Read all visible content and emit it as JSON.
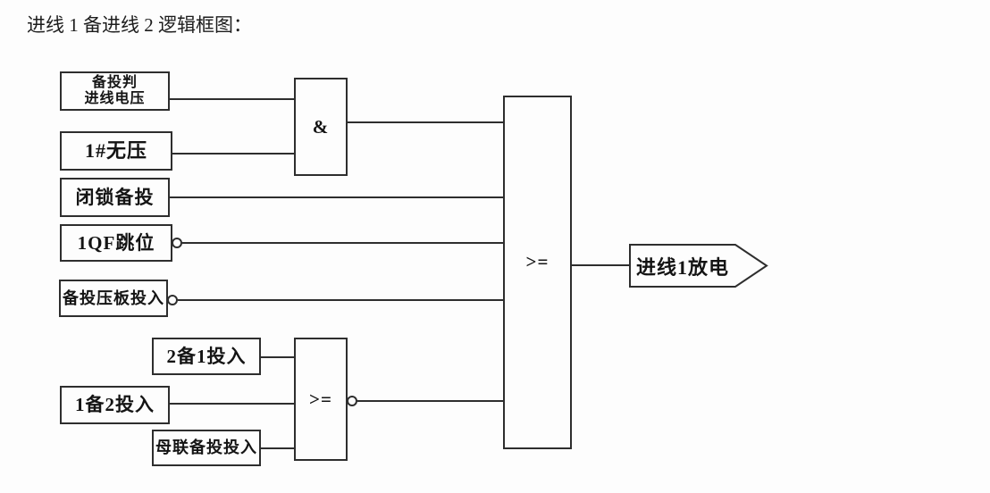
{
  "title": "进线 1 备进线 2 逻辑框图：",
  "inputs": {
    "backup_judge_voltage": "备投判\n进线电压",
    "no_voltage_1": "1#无压",
    "lock_backup": "闭锁备投",
    "qf1_trip": "1QF跳位",
    "backup_plate": "备投压板投入",
    "backup_2_1": "2备1投入",
    "backup_1_2": "1备2投入",
    "bus_tie_backup": "母联备投投入"
  },
  "gates": {
    "and": "&",
    "or_lower": ">=",
    "or_main": ">="
  },
  "output_label": "进线1放电",
  "colors": {
    "line": "#2e2e2e",
    "background": "#fdfdfd"
  }
}
